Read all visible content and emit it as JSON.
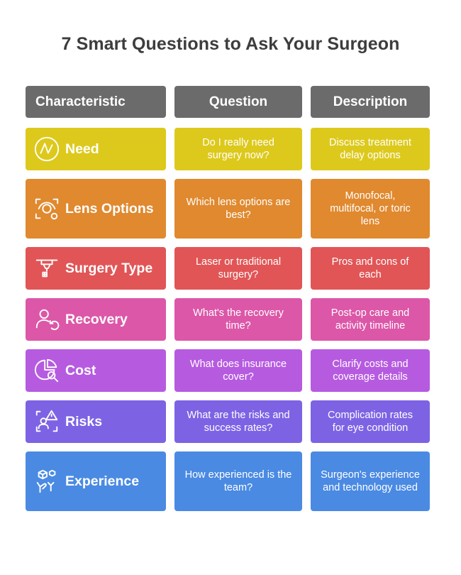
{
  "title": "7 Smart Questions to Ask Your Surgeon",
  "headers": {
    "characteristic": "Characteristic",
    "question": "Question",
    "description": "Description"
  },
  "colors": {
    "header": "#6b6b6b",
    "need": "#ddc91c",
    "lens": "#e0892f",
    "surgery": "#e15556",
    "recovery": "#dc57a8",
    "cost": "#b65be0",
    "risks": "#7d63e4",
    "experience": "#4a8ae3"
  },
  "rows": [
    {
      "label": "Need",
      "icon": "zigzag-circle-icon",
      "question": "Do I really need surgery now?",
      "description": "Discuss treatment delay options"
    },
    {
      "label": "Lens Options",
      "icon": "lens-focus-icon",
      "question": "Which lens options are best?",
      "description": "Monofocal, multifocal, or toric lens"
    },
    {
      "label": "Surgery Type",
      "icon": "surgical-laser-icon",
      "question": "Laser or traditional surgery?",
      "description": "Pros and cons of each"
    },
    {
      "label": "Recovery",
      "icon": "person-refresh-icon",
      "question": "What's the recovery time?",
      "description": "Post-op care and activity timeline"
    },
    {
      "label": "Cost",
      "icon": "pie-search-icon",
      "question": "What does insurance cover?",
      "description": "Clarify costs and coverage details"
    },
    {
      "label": "Risks",
      "icon": "warning-person-icon",
      "question": "What are the risks and success rates?",
      "description": "Complication rates for eye condition"
    },
    {
      "label": "Experience",
      "icon": "hand-cube-icon",
      "question": "How experienced is the team?",
      "description": "Surgeon's experience and technology used"
    }
  ]
}
